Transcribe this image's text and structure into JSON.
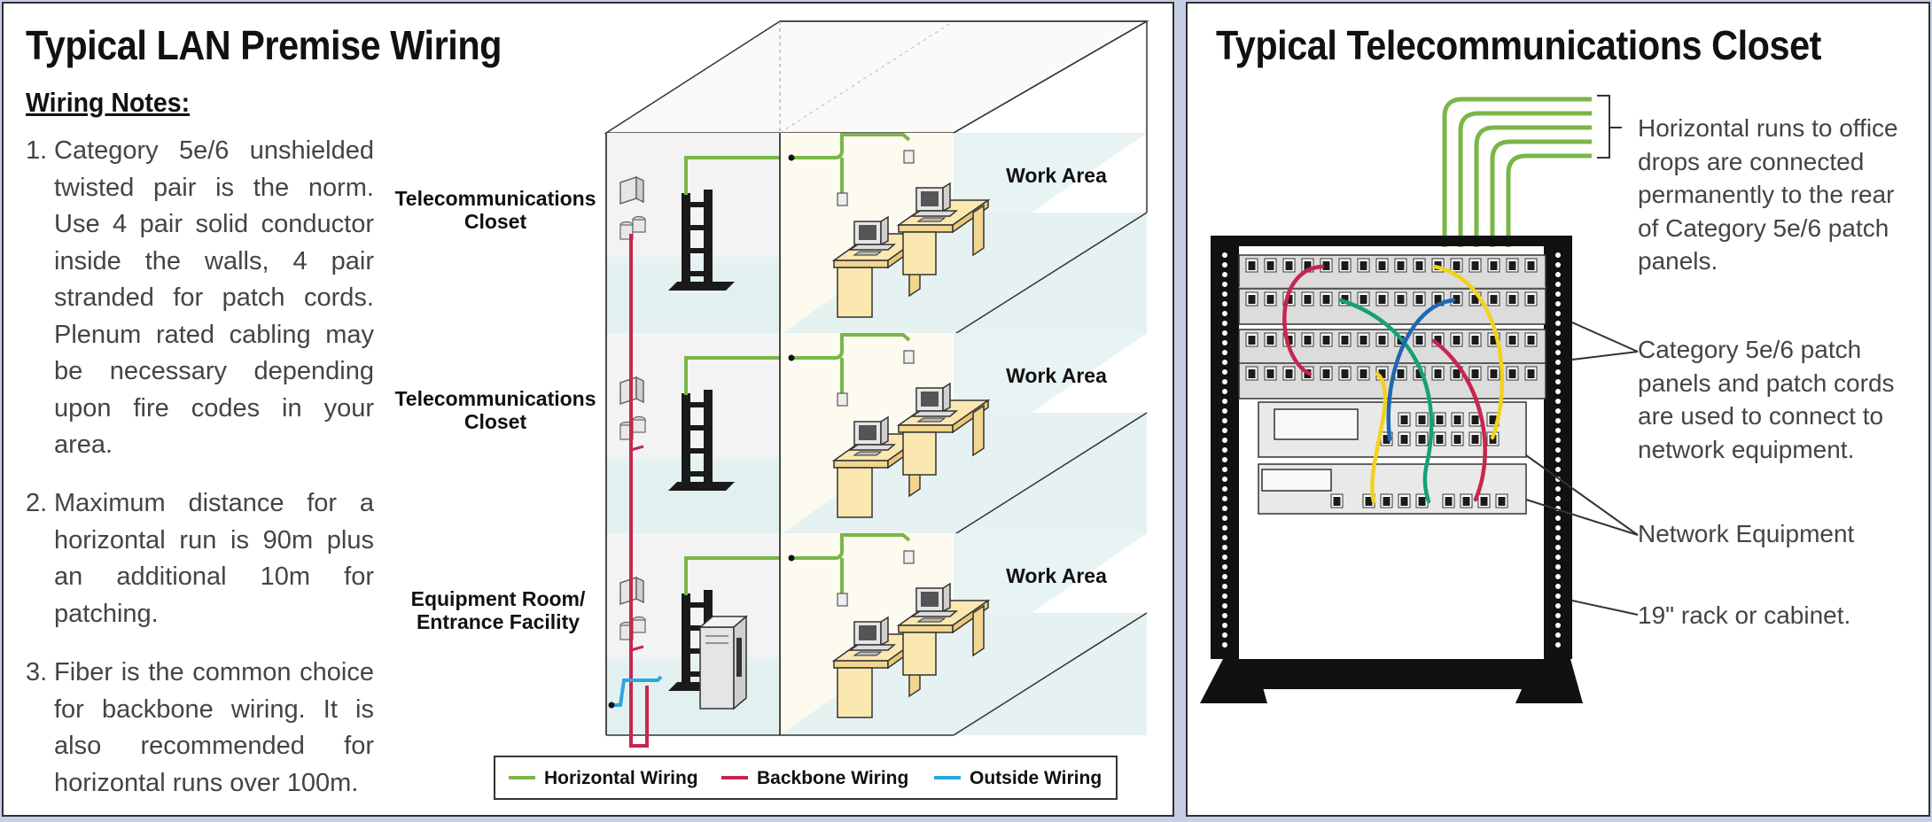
{
  "left_panel": {
    "title": "Typical LAN Premise Wiring",
    "notes_heading": "Wiring Notes:",
    "notes": [
      {
        "num": "1.",
        "text": "Category 5e/6 unshielded twisted pair is the norm. Use 4 pair solid conductor inside the walls, 4 pair stranded for patch cords. Plenum rated cabling may be necessary depending upon fire codes in your area."
      },
      {
        "num": "2.",
        "text": "Maximum distance for a horizontal run is 90m plus an additional 10m for patching."
      },
      {
        "num": "3.",
        "text": "Fiber is the common choice for backbone wiring. It is also recommended for horizontal runs over 100m."
      }
    ],
    "floors": [
      {
        "closet_label": [
          "Telecommunications",
          "Closet"
        ],
        "work_area_label": "Work Area"
      },
      {
        "closet_label": [
          "Telecommunications",
          "Closet"
        ],
        "work_area_label": "Work Area"
      },
      {
        "closet_label": [
          "Equipment Room/",
          "Entrance Facility"
        ],
        "work_area_label": "Work Area"
      }
    ],
    "legend": [
      {
        "label": "Horizontal Wiring",
        "color": "#7ab648"
      },
      {
        "label": "Backbone Wiring",
        "color": "#c8254f"
      },
      {
        "label": "Outside Wiring",
        "color": "#29a8df"
      }
    ]
  },
  "right_panel": {
    "title": "Typical Telecommunications Closet",
    "callouts": [
      {
        "text": "Horizontal runs to office drops are connected permanently to the rear of Category 5e/6 patch panels."
      },
      {
        "text": "Category 5e/6 patch panels and patch cords are used to connect to network equipment."
      },
      {
        "text": "Network Equipment"
      },
      {
        "text": "19\" rack or cabinet."
      }
    ]
  },
  "colors": {
    "horizontal": "#7ab648",
    "backbone": "#c8254f",
    "outside": "#29a8df",
    "cord_yellow": "#f2d21e",
    "cord_blue": "#1f67b1",
    "cord_teal": "#16a07a",
    "desk": "#fbe7b0"
  }
}
